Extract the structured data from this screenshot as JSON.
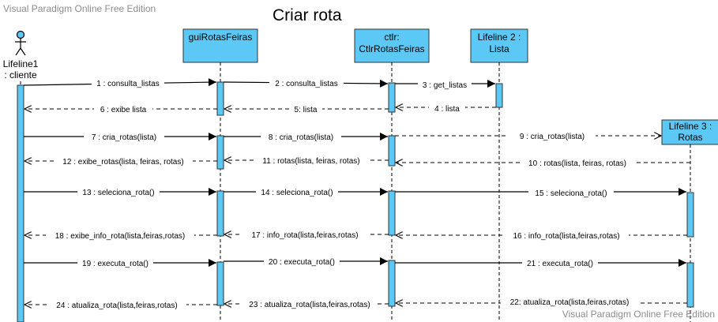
{
  "watermark_top": "Visual Paradigm Online Free Edition",
  "watermark_bottom": "Visual Paradigm Online Free Edition",
  "title": "Criar rota",
  "actor": {
    "line1": "Lifeline1",
    "line2": ": cliente"
  },
  "lifelines": [
    {
      "id": "gui",
      "line1": "guiRotasFeiras",
      "line2": ""
    },
    {
      "id": "ctlr",
      "line1": "ctlr:",
      "line2": "CtlrRotasFeiras"
    },
    {
      "id": "lista",
      "line1": "Lifeline 2 :",
      "line2": "Lista"
    },
    {
      "id": "rotas",
      "line1": "Lifeline 3 :",
      "line2": "Rotas"
    }
  ],
  "messages": [
    {
      "label": "1 : consulta_listas",
      "from": "cliente",
      "to": "gui",
      "type": "sync"
    },
    {
      "label": "2 : consulta_listas",
      "from": "gui",
      "to": "ctlr",
      "type": "sync"
    },
    {
      "label": "3 : get_listas",
      "from": "ctlr",
      "to": "lista",
      "type": "sync"
    },
    {
      "label": "4 : lista",
      "from": "lista",
      "to": "ctlr",
      "type": "return"
    },
    {
      "label": "5: lista",
      "from": "ctlr",
      "to": "gui",
      "type": "return"
    },
    {
      "label": "6 : exibe lista",
      "from": "gui",
      "to": "cliente",
      "type": "return"
    },
    {
      "label": "7 : cria_rotas(lista)",
      "from": "cliente",
      "to": "gui",
      "type": "sync"
    },
    {
      "label": "8 : cria_rotas(lista)",
      "from": "gui",
      "to": "ctlr",
      "type": "sync"
    },
    {
      "label": "9 : cria_rotas(lista)",
      "from": "ctlr",
      "to": "rotas",
      "type": "create"
    },
    {
      "label": "10 : rotas(lista, feiras, rotas)",
      "from": "rotas",
      "to": "ctlr",
      "type": "return"
    },
    {
      "label": "11 : rotas(lista, feiras, rotas)",
      "from": "ctlr",
      "to": "gui",
      "type": "return"
    },
    {
      "label": "12 : exibe_rotas(lista, feiras, rotas)",
      "from": "gui",
      "to": "cliente",
      "type": "return"
    },
    {
      "label": "13 : seleciona_rota()",
      "from": "cliente",
      "to": "gui",
      "type": "sync"
    },
    {
      "label": "14 : seleciona_rota()",
      "from": "gui",
      "to": "ctlr",
      "type": "sync"
    },
    {
      "label": "15 : seleciona_rota()",
      "from": "ctlr",
      "to": "rotas",
      "type": "sync"
    },
    {
      "label": "16 : info_rota(lista,feiras,rotas)",
      "from": "rotas",
      "to": "ctlr",
      "type": "return"
    },
    {
      "label": "17 : info_rota(lista,feiras,rotas)",
      "from": "ctlr",
      "to": "gui",
      "type": "return"
    },
    {
      "label": "18 : exibe_info_rota(lista,feiras,rotas)",
      "from": "gui",
      "to": "cliente",
      "type": "return"
    },
    {
      "label": "19 : executa_rota()",
      "from": "cliente",
      "to": "gui",
      "type": "sync"
    },
    {
      "label": "20 : executa_rota()",
      "from": "gui",
      "to": "ctlr",
      "type": "sync"
    },
    {
      "label": "21 : executa_rota()",
      "from": "ctlr",
      "to": "rotas",
      "type": "sync"
    },
    {
      "label": "22: atualiza_rota(lista,feiras,rotas)",
      "from": "rotas",
      "to": "ctlr",
      "type": "return"
    },
    {
      "label": "23 : atualiza_rota(lista,feiras,rotas)",
      "from": "ctlr",
      "to": "gui",
      "type": "return"
    },
    {
      "label": "24 : atualiza_rota(lista,feiras,rotas)",
      "from": "gui",
      "to": "cliente",
      "type": "return"
    }
  ],
  "colors": {
    "box_fill": "#5bc8f5",
    "box_stroke": "#333333",
    "line": "#000000"
  }
}
